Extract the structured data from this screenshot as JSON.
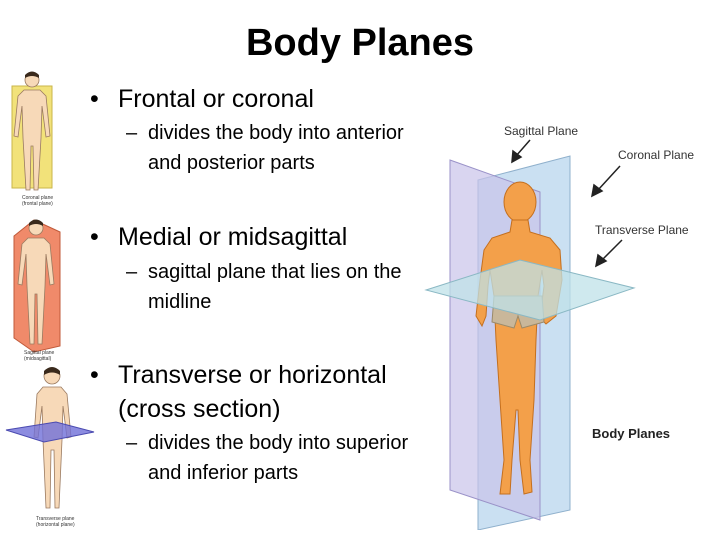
{
  "title": "Body Planes",
  "bullets": [
    {
      "text": "Frontal or coronal",
      "sub_line1": "divides the body into anterior",
      "sub_line2": "and posterior parts"
    },
    {
      "text": "Medial or midsagittal",
      "sub_line1": "sagittal plane that lies on the",
      "sub_line2": "midline"
    },
    {
      "text_line1": "Transverse or horizontal",
      "text_line2": "(cross section)",
      "sub_line1": "divides the body into superior",
      "sub_line2": "and inferior parts"
    }
  ],
  "bullet_glyph": "•",
  "dash_glyph": "–",
  "thumbnails": [
    {
      "icon": "frontal-plane-figure",
      "caption1": "Coronal plane",
      "caption2": "(frontal plane)",
      "color": "#f2e27a"
    },
    {
      "icon": "sagittal-plane-figure",
      "caption1": "Sagittal plane",
      "caption2": "(midsagittal)",
      "color": "#f08a6a"
    },
    {
      "icon": "transverse-plane-figure",
      "caption1": "Transverse plane",
      "caption2": "(horizontal plane)",
      "color": "#6f6fd8"
    }
  ],
  "diagram": {
    "labels": {
      "sagittal": "Sagittal Plane",
      "coronal": "Coronal Plane",
      "transverse": "Transverse Plane",
      "title": "Body Planes"
    },
    "colors": {
      "skin": "#f3a04a",
      "sagittal_plane": "#c9c3ea",
      "coronal_plane": "#b8d6ee",
      "transverse_plane": "#bfe1e8"
    }
  }
}
